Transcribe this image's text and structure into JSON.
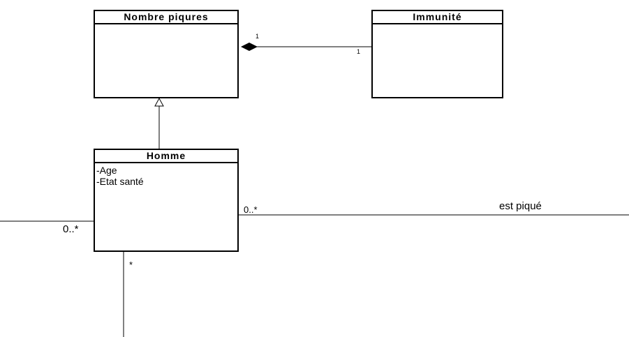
{
  "classes": {
    "nombre_piqures": {
      "name": "Nombre piqures",
      "attributes": []
    },
    "immunite": {
      "name": "Immunité",
      "attributes": []
    },
    "homme": {
      "name": "Homme",
      "attributes": [
        "-Age",
        "-Etat santé"
      ]
    }
  },
  "associations": {
    "composition": {
      "source_multiplicity": "1",
      "target_multiplicity": "1",
      "type": "composition"
    },
    "generalization": {
      "type": "generalization"
    },
    "est_pique": {
      "label": "est piqué",
      "multiplicity": "0..*"
    },
    "left_link": {
      "multiplicity": "0..*"
    },
    "bottom_link": {
      "multiplicity": "*"
    }
  }
}
